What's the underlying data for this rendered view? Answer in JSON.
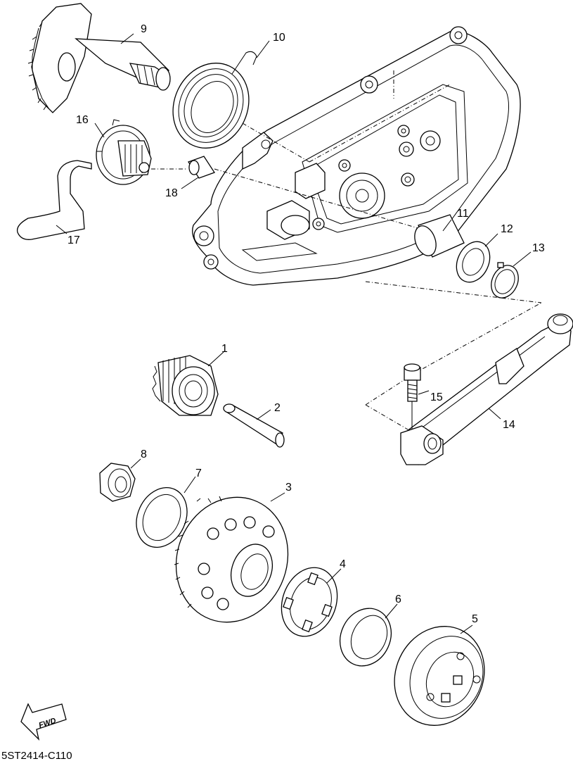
{
  "diagram": {
    "drawing_code": "5ST2414-C110",
    "fwd_label": "FWD",
    "part_numbers": [
      "1",
      "2",
      "3",
      "4",
      "5",
      "6",
      "7",
      "8",
      "9",
      "10",
      "11",
      "12",
      "13",
      "14",
      "15",
      "16",
      "17",
      "18"
    ]
  }
}
